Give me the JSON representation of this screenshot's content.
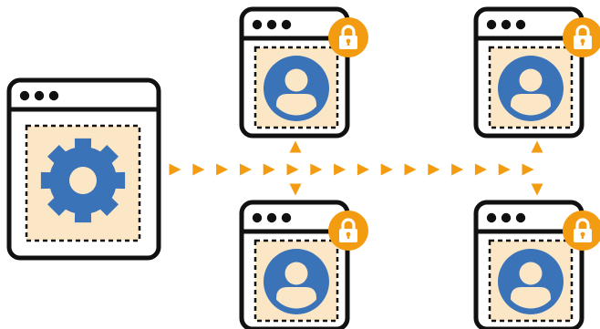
{
  "diagram": {
    "colors": {
      "outline": "#111111",
      "panel": "#fbe7c6",
      "accent": "#3b73b9",
      "connector": "#f39c12",
      "window": "#ffffff",
      "face": "#fbe7c6"
    },
    "hub": {
      "name": "hub-window",
      "icon": "gear-icon",
      "dots": 3
    },
    "clients": [
      {
        "name": "client-window-top-left",
        "icon": "user-icon",
        "badge": "lock-icon"
      },
      {
        "name": "client-window-top-right",
        "icon": "user-icon",
        "badge": "lock-icon"
      },
      {
        "name": "client-window-bottom-left",
        "icon": "user-icon",
        "badge": "lock-icon"
      },
      {
        "name": "client-window-bottom-right",
        "icon": "user-icon",
        "badge": "lock-icon"
      }
    ],
    "connector": {
      "style": "dashed-triangles",
      "direction": "hub-to-clients"
    }
  }
}
